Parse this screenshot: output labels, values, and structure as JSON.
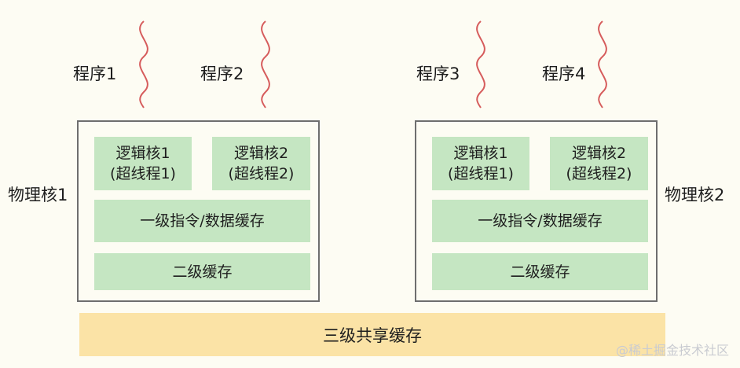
{
  "programs": [
    {
      "label": "程序1"
    },
    {
      "label": "程序2"
    },
    {
      "label": "程序3"
    },
    {
      "label": "程序4"
    }
  ],
  "cores": [
    {
      "label": "物理核1",
      "logical": [
        {
          "line1": "逻辑核1",
          "line2": "(超线程1)"
        },
        {
          "line1": "逻辑核2",
          "line2": "(超线程2)"
        }
      ],
      "l1": "一级指令/数据缓存",
      "l2": "二级缓存"
    },
    {
      "label": "物理核2",
      "logical": [
        {
          "line1": "逻辑核1",
          "line2": "(超线程1)"
        },
        {
          "line1": "逻辑核2",
          "line2": "(超线程2)"
        }
      ],
      "l1": "一级指令/数据缓存",
      "l2": "二级缓存"
    }
  ],
  "l3": "三级共享缓存",
  "watermark": "@稀土掘金技术社区",
  "colors": {
    "wave": "#d65c5c",
    "green": "#c5e6c2",
    "yellow": "#fbe3a6",
    "border": "#6e6e6e",
    "background": "#fdfcf3"
  }
}
